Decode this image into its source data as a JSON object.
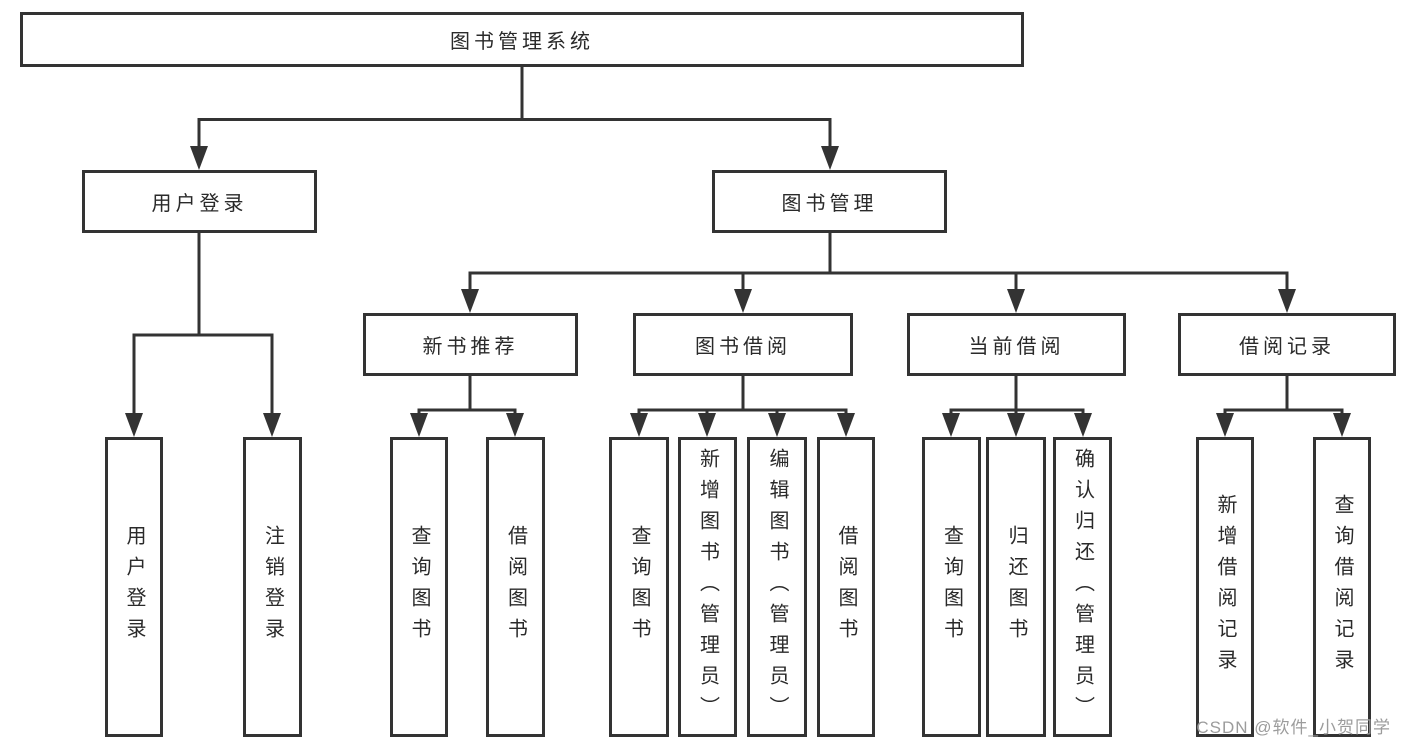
{
  "diagram": {
    "root": {
      "label": "图书管理系统"
    },
    "level2": [
      {
        "label": "用户登录"
      },
      {
        "label": "图书管理"
      }
    ],
    "level3": [
      {
        "label": "新书推荐"
      },
      {
        "label": "图书借阅"
      },
      {
        "label": "当前借阅"
      },
      {
        "label": "借阅记录"
      }
    ],
    "leaves": [
      {
        "label": "用户登录"
      },
      {
        "label": "注销登录"
      },
      {
        "label": "查询图书"
      },
      {
        "label": "借阅图书"
      },
      {
        "label": "查询图书"
      },
      {
        "label": "新增图书（管理员）"
      },
      {
        "label": "编辑图书（管理员）"
      },
      {
        "label": "借阅图书"
      },
      {
        "label": "查询图书"
      },
      {
        "label": "归还图书"
      },
      {
        "label": "确认归还（管理员）"
      },
      {
        "label": "新增借阅记录"
      },
      {
        "label": "查询借阅记录"
      }
    ],
    "watermark": "CSDN @软件_小贺同学",
    "colors": {
      "line": "#333333",
      "text": "#2a2a2a",
      "watermark": "#9c9c9c",
      "background": "#ffffff"
    }
  }
}
